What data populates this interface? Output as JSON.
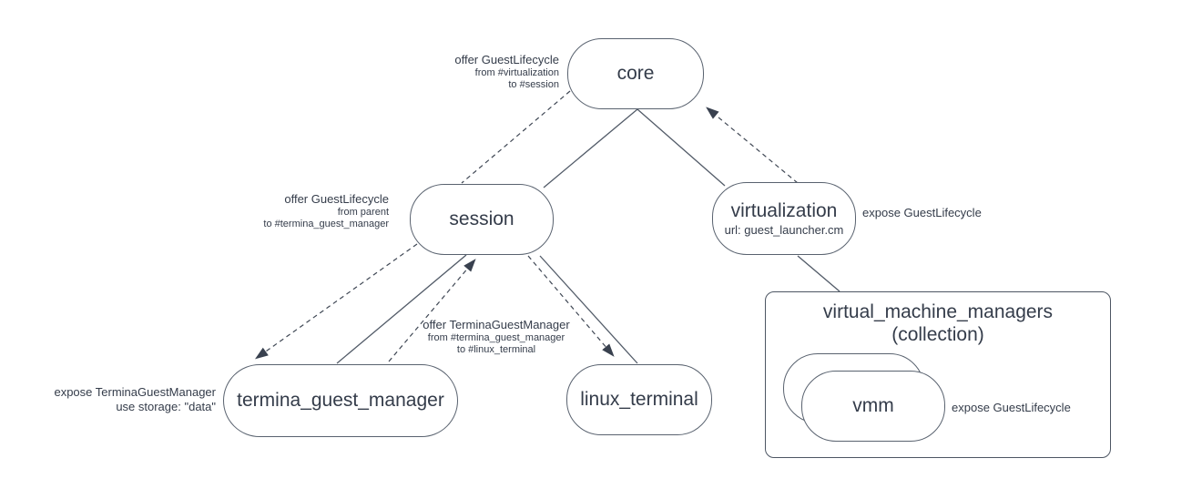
{
  "diagram": {
    "colors": {
      "background": "#ffffff",
      "node_border": "#59626f",
      "solid_edge": "#525b68",
      "dashed_edge": "#3f4754",
      "text": "#343c4a"
    },
    "nodes": {
      "core": {
        "label": "core"
      },
      "session": {
        "label": "session"
      },
      "virtualization": {
        "label": "virtualization",
        "sublabel": "url: guest_launcher.cm"
      },
      "termina_guest_manager": {
        "label": "termina_guest_manager"
      },
      "linux_terminal": {
        "label": "linux_terminal"
      },
      "vmm": {
        "label": "vmm"
      },
      "collection": {
        "title": "virtual_machine_managers",
        "subtitle": "(collection)"
      }
    },
    "labels": {
      "offer_core": {
        "line1": "offer GuestLifecycle",
        "line2": "from #virtualization",
        "line3": "to #session"
      },
      "offer_session": {
        "line1": "offer GuestLifecycle",
        "line2": "from parent",
        "line3": "to #termina_guest_manager"
      },
      "offer_termina": {
        "line1": "offer TerminaGuestManager",
        "line2": "from #termina_guest_manager",
        "line3": "to #linux_terminal"
      },
      "expose_virtualization": "expose GuestLifecycle",
      "expose_termina": {
        "line1": "expose TerminaGuestManager",
        "line2": "use storage: \"data\""
      },
      "expose_vmm": "expose GuestLifecycle"
    }
  }
}
